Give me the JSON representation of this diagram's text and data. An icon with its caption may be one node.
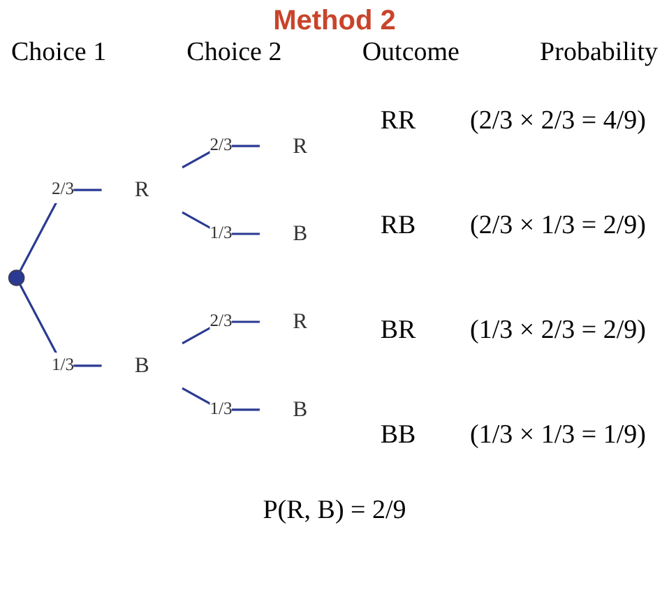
{
  "diagram": {
    "title": "Method 2",
    "nodes": [
      {
        "text": [],
        "shape": "point"
      },
      {
        "text": [
          "R"
        ]
      },
      {
        "text": [
          "R"
        ]
      },
      {
        "text": [
          "B"
        ]
      },
      {
        "text": [
          "B"
        ]
      },
      {
        "text": [
          "R"
        ]
      },
      {
        "text": [
          "B"
        ]
      }
    ],
    "edges": [
      {
        "from": 0,
        "to": 1,
        "arrow": "none",
        "label": "2/3"
      },
      {
        "from": 1,
        "to": 2,
        "arrow": "none",
        "label": "2/3"
      },
      {
        "from": 1,
        "to": 3,
        "arrow": "none",
        "label": "1/3"
      },
      {
        "from": 0,
        "to": 4,
        "arrow": "none",
        "label": "1/3"
      },
      {
        "from": 4,
        "to": 5,
        "arrow": "none",
        "label": "2/3"
      },
      {
        "from": 4,
        "to": 6,
        "arrow": "none",
        "label": "1/3"
      }
    ],
    "labels": [
      "Choice 1",
      "Choice 2",
      "Outcome",
      "Probability",
      "RR",
      "(2/3 × 2/3 = 4/9)",
      "RB",
      "(2/3 × 1/3 = 2/9)",
      "BR",
      "(1/3 × 2/3 = 2/9)",
      "BB",
      "(1/3 × 1/3 = 1/9)",
      "P(R, B) = 2/9"
    ]
  }
}
